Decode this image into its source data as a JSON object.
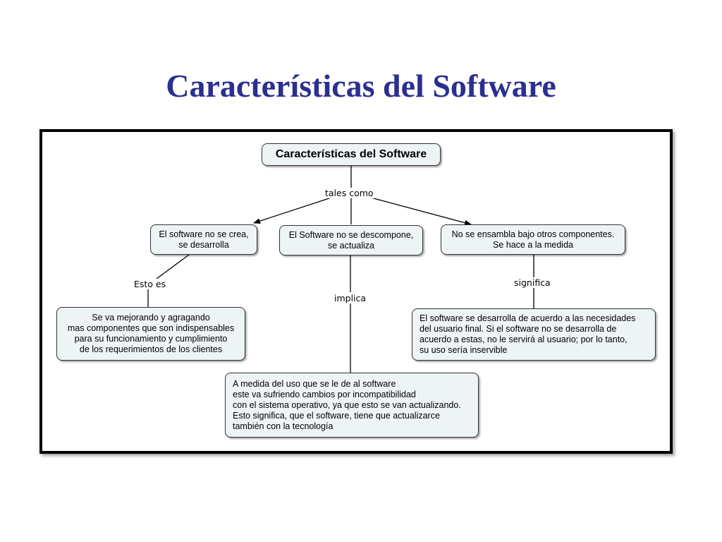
{
  "slide": {
    "title": "Características del Software"
  },
  "diagram": {
    "root": "Características del Software",
    "link_labels": {
      "tales_como": "tales como",
      "esto_es": "Esto es",
      "implica": "implica",
      "significa": "significa"
    },
    "nodes": {
      "no_se_crea": [
        "El software no se crea,",
        "se desarrolla"
      ],
      "no_se_descompone": [
        "El Software no se descompone,",
        "se actualiza"
      ],
      "no_se_ensambla": [
        "No se ensambla bajo otros componentes.",
        "Se hace a la medida"
      ],
      "mejorando": [
        "Se va mejorando y agragando",
        "mas componentes que son indispensables",
        "para su funcionamiento y cumplimiento",
        "de los requerimientos de los clientes"
      ],
      "necesidades": [
        "El software se desarrolla de acuerdo a las necesidades",
        "del usuario final. Si el software no se desarrolla de",
        "acuerdo a estas, no le servirá al usuario; por lo tanto,",
        "su uso sería inservible"
      ],
      "actualizando": [
        "A medida del uso que se le de al software",
        "este va sufriendo cambios por incompatibilidad",
        "con el sistema operativo, ya que esto se van actualizando.",
        "Esto significa, que el software, tiene que actualizarce",
        "también con la tecnología"
      ]
    }
  }
}
